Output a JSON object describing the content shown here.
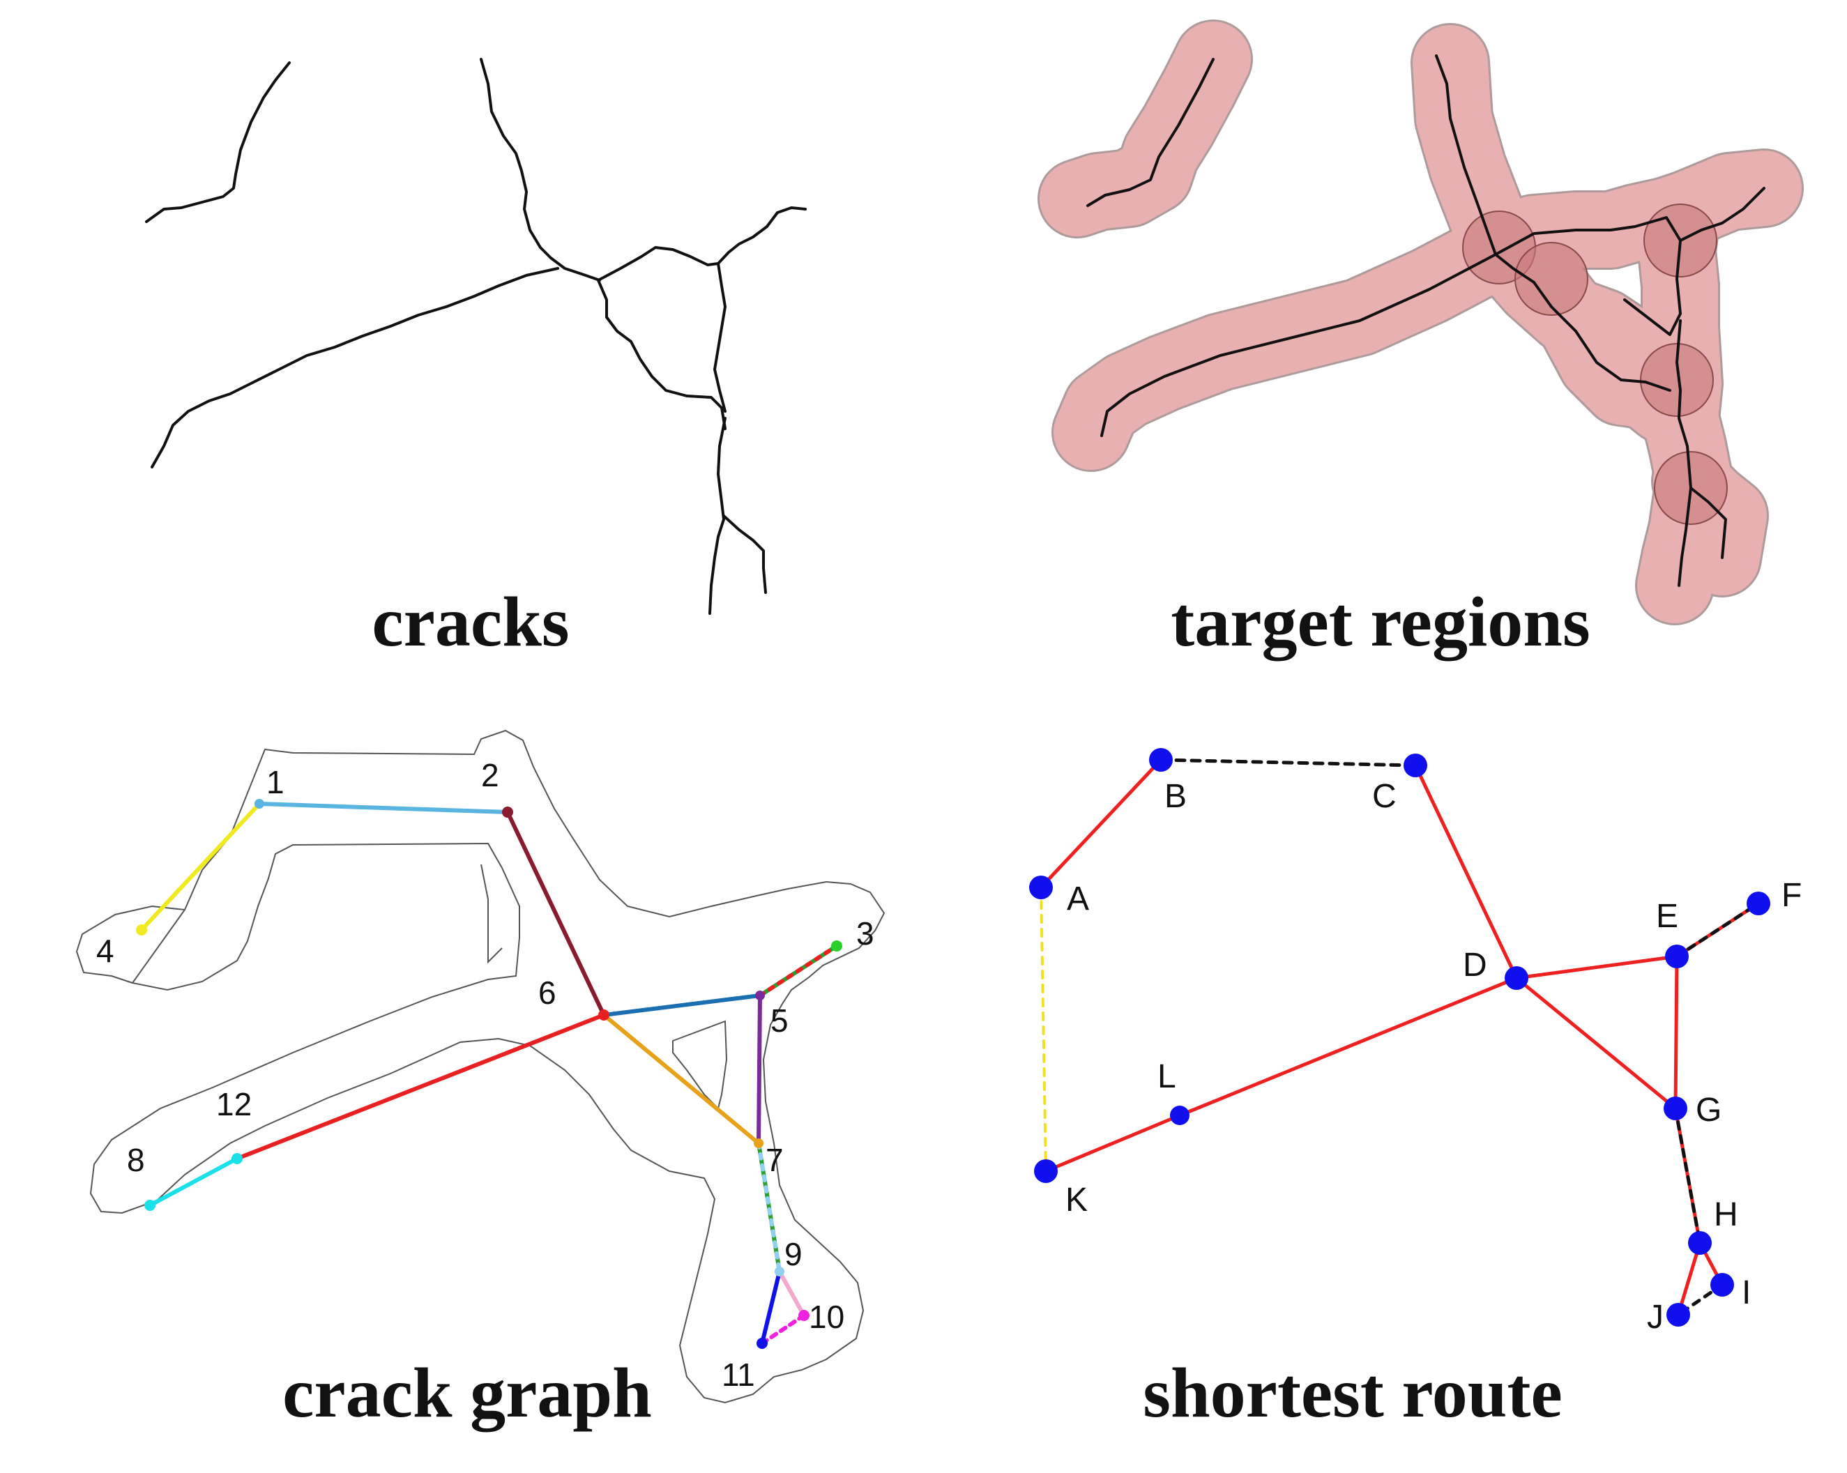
{
  "panels": {
    "cracks": {
      "caption": "cracks"
    },
    "target_regions": {
      "caption": "target regions"
    },
    "crack_graph": {
      "caption": "crack graph",
      "node_labels": [
        "1",
        "2",
        "3",
        "4",
        "5",
        "6",
        "7",
        "8",
        "9",
        "10",
        "11",
        "12"
      ]
    },
    "shortest_route": {
      "caption": "shortest route",
      "node_labels": [
        "A",
        "B",
        "C",
        "D",
        "E",
        "F",
        "G",
        "H",
        "I",
        "J",
        "K",
        "L"
      ]
    }
  },
  "colors": {
    "crack": "#111111",
    "region_fill": "#c97a7a",
    "node_blue": "#1010ee",
    "route_red": "#ee2020",
    "yellow_dashed": "#f0e020"
  }
}
